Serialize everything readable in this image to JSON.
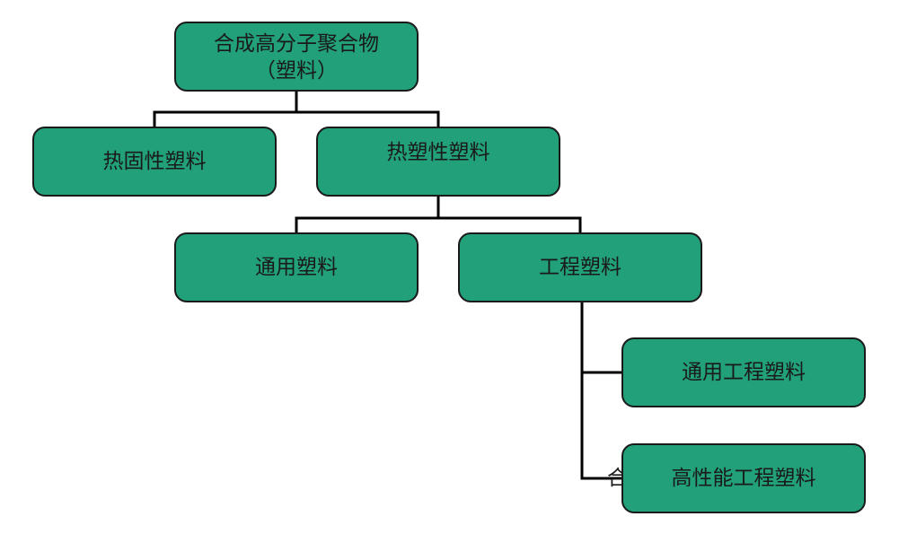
{
  "colors": {
    "node_fill": "#21a07a",
    "node_border": "#1a1a1a",
    "connector": "#000000",
    "text": "#1a1a1a"
  },
  "nodes": {
    "root": {
      "line1": "合成高分子聚合物",
      "line2": "（塑料）"
    },
    "thermoset": {
      "label": "热固性塑料"
    },
    "thermoplastic": {
      "label": "热塑性塑料"
    },
    "general": {
      "label": "通用塑料"
    },
    "engineering": {
      "label": "工程塑料"
    },
    "general_engineering": {
      "label": "通用工程塑料"
    },
    "high_performance": {
      "label": "高性能工程塑料"
    }
  },
  "stray_text": {
    "left": "合",
    "right": ")"
  }
}
